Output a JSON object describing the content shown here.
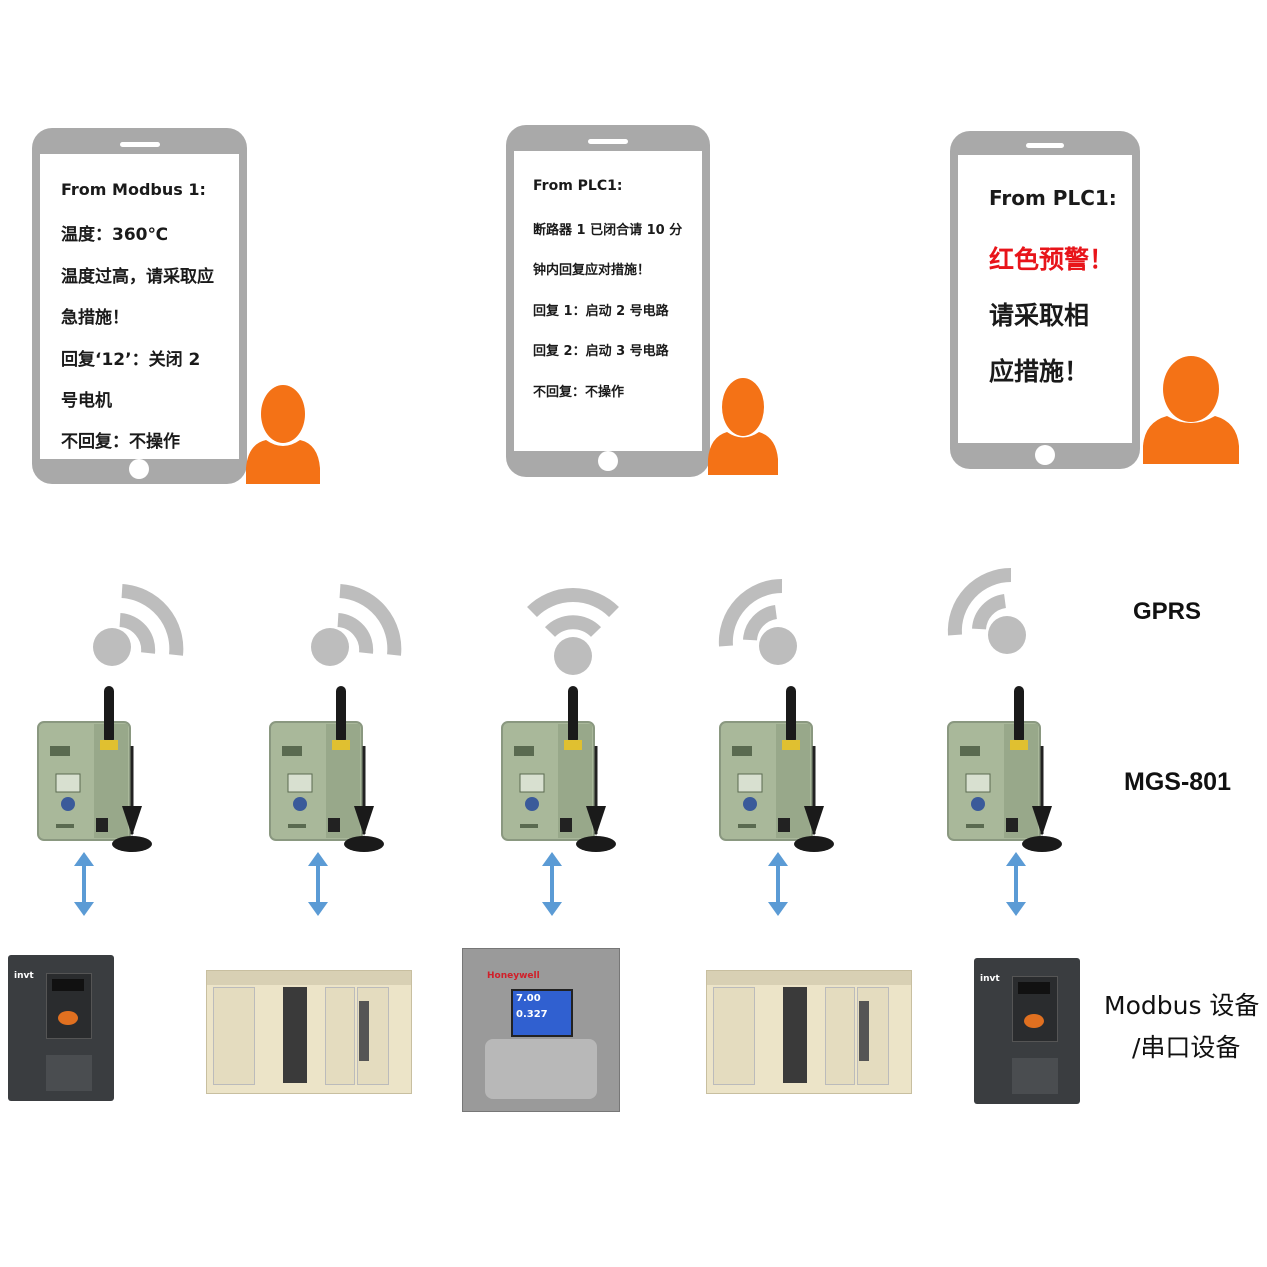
{
  "phones": [
    {
      "lines": [
        "From Modbus 1:",
        "温度：360℃",
        "温度过高，请采取应",
        "急措施！",
        "回复‘12’：关闭 2",
        "号电机",
        "不回复：不操作"
      ]
    },
    {
      "lines": [
        "From PLC1:",
        "断路器 1 已闭合请 10 分",
        "钟内回复应对措施！",
        "回复 1：启动 2 号电路",
        "回复 2：启动 3 号电路",
        "不回复：不操作"
      ]
    },
    {
      "title": "From PLC1:",
      "alert": "红色预警！",
      "lines": [
        "请采取相",
        "应措施！"
      ]
    }
  ],
  "labels": {
    "gprs": "GPRS",
    "gateway": "MGS-801",
    "devices_line1": "Modbus 设备",
    "devices_line2": "/串口设备"
  },
  "device_texts": {
    "inverter_brand": "invt",
    "controller_brand": "Honeywell",
    "controller_value1": "7.00",
    "controller_value2": "0.327"
  },
  "colors": {
    "phone_frame": "#a9a9a9",
    "person": "#f47216",
    "signal": "#bdbdbd",
    "arrow": "#5b9bd5",
    "gateway_body": "#a9b89a",
    "alert_red": "#e8141a"
  }
}
